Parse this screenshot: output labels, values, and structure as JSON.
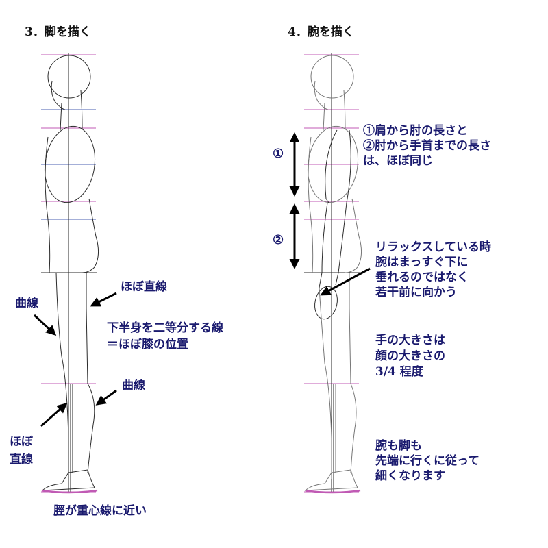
{
  "colors": {
    "figure_line": "#2a2a2a",
    "guide_pink": "#c05ab4",
    "guide_blue": "#4a5fb0",
    "annotation_text": "#1a1a6e",
    "title_text": "#111111",
    "arrow": "#000000"
  },
  "panel_left": {
    "title": "3．脚を描く",
    "label_straight_top": "ほぼ直線",
    "label_curve_left": "曲線",
    "label_half_line": "下半身を二等分する線",
    "label_knee": "＝ほぼ膝の位置",
    "label_curve_right": "曲線",
    "label_straight_bottom_1": "ほぼ",
    "label_straight_bottom_2": "直線",
    "label_shin": "脛が重心線に近い"
  },
  "panel_right": {
    "title": "4．腕を描く",
    "marker_1": "①",
    "marker_2": "②",
    "note_length": [
      "①肩から肘の長さと",
      "②肘から手首までの長さ",
      "は、ほぼ同じ"
    ],
    "note_relaxed": [
      "リラックスしている時",
      "腕はまっすぐ下に",
      "垂れるのではなく",
      "若干前に向かう"
    ],
    "note_hand": [
      "手の大きさは",
      "顔の大きさの",
      "3/4 程度"
    ],
    "note_taper": [
      "腕も脚も",
      "先端に行くに従って",
      "細くなります"
    ]
  }
}
